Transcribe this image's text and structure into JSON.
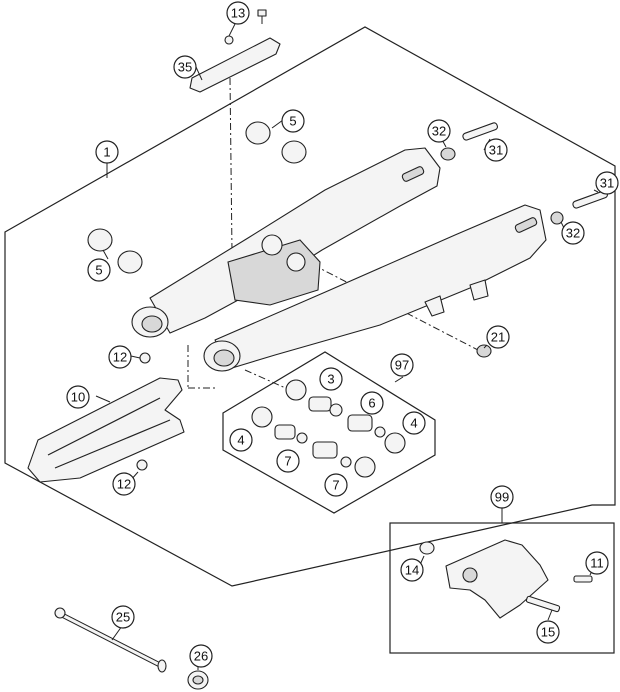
{
  "callouts": [
    {
      "id": "c13",
      "label": "13"
    },
    {
      "id": "c35",
      "label": "35"
    },
    {
      "id": "c5a",
      "label": "5"
    },
    {
      "id": "c1",
      "label": "1"
    },
    {
      "id": "c32a",
      "label": "32"
    },
    {
      "id": "c31a",
      "label": "31"
    },
    {
      "id": "c31b",
      "label": "31"
    },
    {
      "id": "c32b",
      "label": "32"
    },
    {
      "id": "c5b",
      "label": "5"
    },
    {
      "id": "c21",
      "label": "21"
    },
    {
      "id": "c12a",
      "label": "12"
    },
    {
      "id": "c97",
      "label": "97"
    },
    {
      "id": "c10",
      "label": "10"
    },
    {
      "id": "c3",
      "label": "3"
    },
    {
      "id": "c6",
      "label": "6"
    },
    {
      "id": "c4a",
      "label": "4"
    },
    {
      "id": "c4b",
      "label": "4"
    },
    {
      "id": "c7a",
      "label": "7"
    },
    {
      "id": "c7b",
      "label": "7"
    },
    {
      "id": "c12b",
      "label": "12"
    },
    {
      "id": "c99",
      "label": "99"
    },
    {
      "id": "c14",
      "label": "14"
    },
    {
      "id": "c11",
      "label": "11"
    },
    {
      "id": "c25",
      "label": "25"
    },
    {
      "id": "c15",
      "label": "15"
    },
    {
      "id": "c26",
      "label": "26"
    }
  ]
}
